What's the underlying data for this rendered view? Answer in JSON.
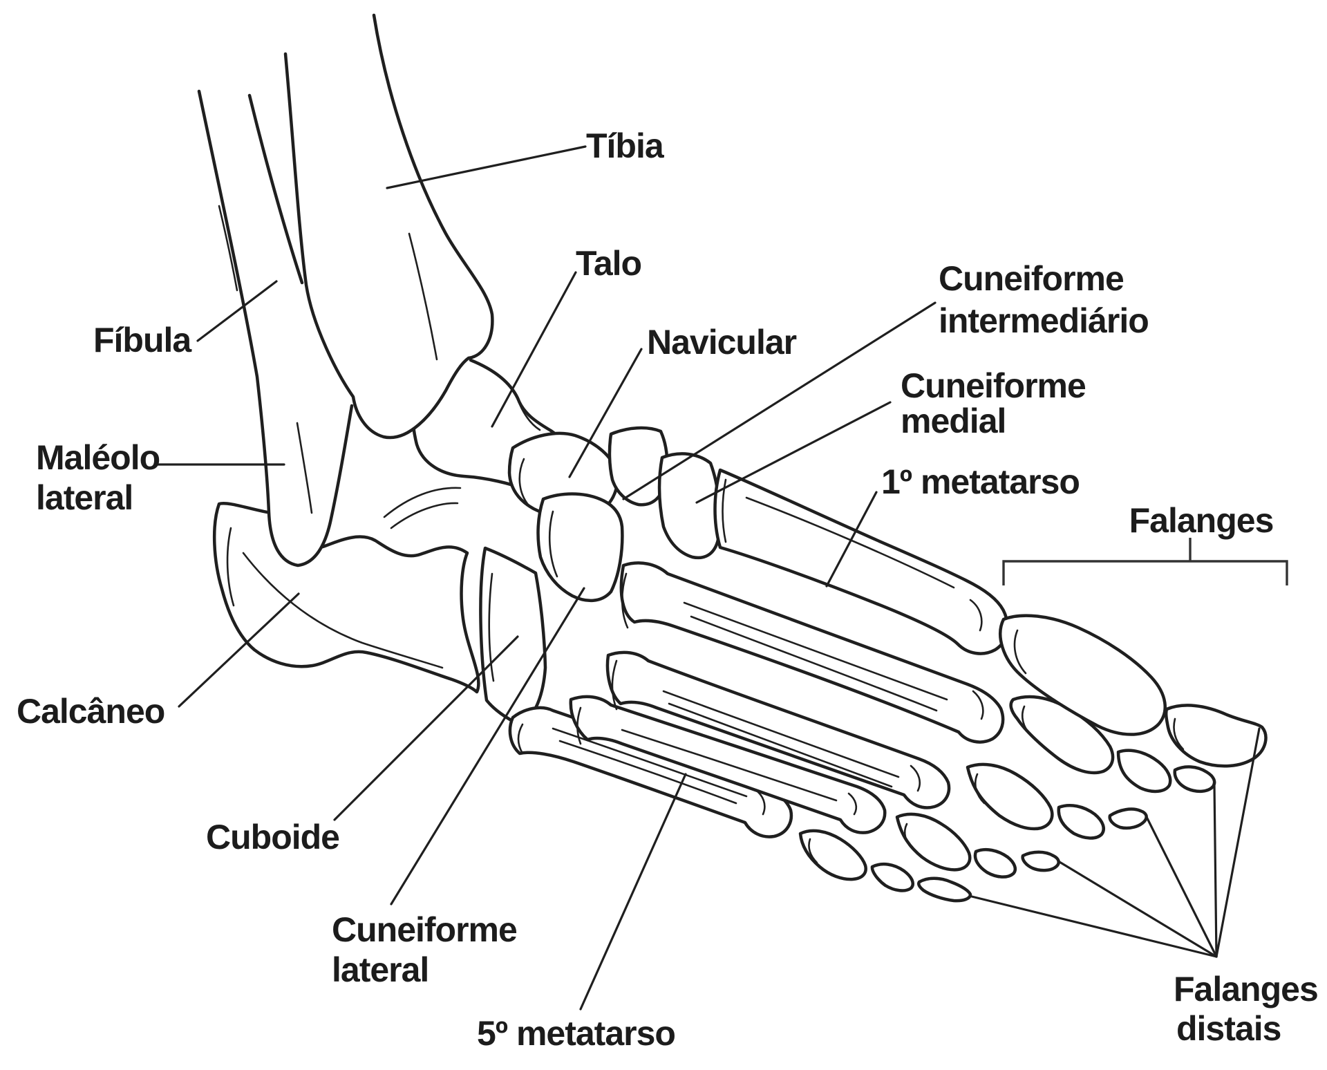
{
  "diagram": {
    "colors": {
      "ink": "#1f1f1f",
      "background": "#ffffff"
    },
    "labels": {
      "tibia": "Tíbia",
      "talo": "Talo",
      "fibula": "Fíbula",
      "maleolo_lateral": {
        "line1": "Maléolo",
        "line2": "lateral"
      },
      "navicular": "Navicular",
      "cuneiforme_intermediario": {
        "line1": "Cuneiforme",
        "line2": "intermediário"
      },
      "cuneiforme_medial": {
        "line1": "Cuneiforme",
        "line2": "medial"
      },
      "primeiro_metatarso": "1º metatarso",
      "falanges": "Falanges",
      "calcaneo": "Calcâneo",
      "cuboide": "Cuboide",
      "cuneiforme_lateral": {
        "line1": "Cuneiforme",
        "line2": "lateral"
      },
      "quinto_metatarso": "5º metatarso",
      "falanges_distais": {
        "line1": "Falanges",
        "line2": "distais"
      }
    }
  }
}
